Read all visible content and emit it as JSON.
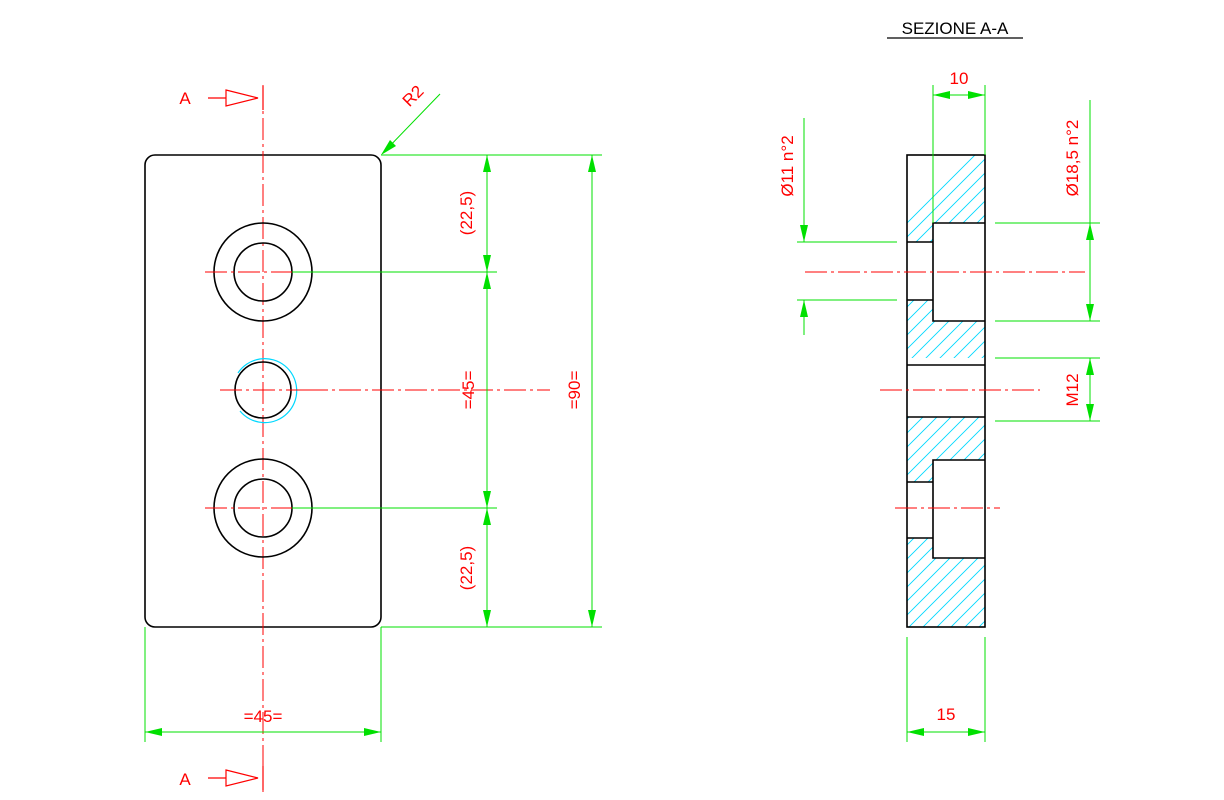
{
  "section": {
    "title": "SEZIONE A-A",
    "cut_label_top": "A",
    "cut_label_bottom": "A"
  },
  "front_view": {
    "corner_radius": "R2",
    "dim_width": "=45=",
    "dim_height_total": "=90=",
    "dim_middle": "=45=",
    "dim_top_offset": "(22,5)",
    "dim_bottom_offset": "(22,5)"
  },
  "section_view": {
    "dim_counterbore_depth": "10",
    "dim_thickness": "15",
    "dim_hole": "Ø11 n°2",
    "dim_counterbore": "Ø18,5 n°2",
    "dim_thread": "M12"
  },
  "colors": {
    "outline": "#000000",
    "dimension_lines": "#00e000",
    "dimension_text": "#ff0000",
    "center_lines": "#ff0000",
    "hatching": "#00d8ff"
  }
}
